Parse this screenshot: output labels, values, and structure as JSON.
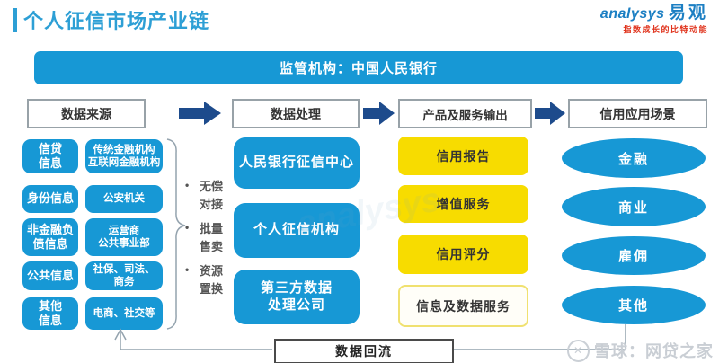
{
  "header": {
    "title": "个人征信市场产业链",
    "brand": "analysys",
    "brand_cn": "易观",
    "tagline": "指数成长的比特动能"
  },
  "regulator_banner": "监管机构：中国人民银行",
  "flow_headers": [
    "数据来源",
    "数据处理",
    "产品及服务输出",
    "信用应用场景"
  ],
  "data_sources": [
    {
      "type": "信贷\n信息",
      "source": "传统金融机构\n互联网金融机构"
    },
    {
      "type": "身份信息",
      "source": "公安机关"
    },
    {
      "type": "非金融负\n债信息",
      "source": "运营商\n公共事业部"
    },
    {
      "type": "公共信息",
      "source": "社保、司法、\n商务"
    },
    {
      "type": "其他\n信息",
      "source": "电商、社交等"
    }
  ],
  "exchange_methods": [
    "无偿\n对接",
    "批量\n售卖",
    "资源\n置换"
  ],
  "processors": [
    "人民银行征信中心",
    "个人征信机构",
    "第三方数据\n处理公司"
  ],
  "products": [
    "信用报告",
    "增值服务",
    "信用评分",
    "信息及数据服务"
  ],
  "scenarios": [
    "金融",
    "商业",
    "雇佣",
    "其他"
  ],
  "backflow_label": "数据回流",
  "ghost_watermark": "analysys",
  "site_watermark": "雪球：网贷之家",
  "colors": {
    "box_blue": "#1798d5",
    "arrow_navy": "#1d4b8c",
    "product_yellow": "#f7dc00",
    "title_blue": "#2d9fd5",
    "tagline_red": "#e0331c"
  }
}
